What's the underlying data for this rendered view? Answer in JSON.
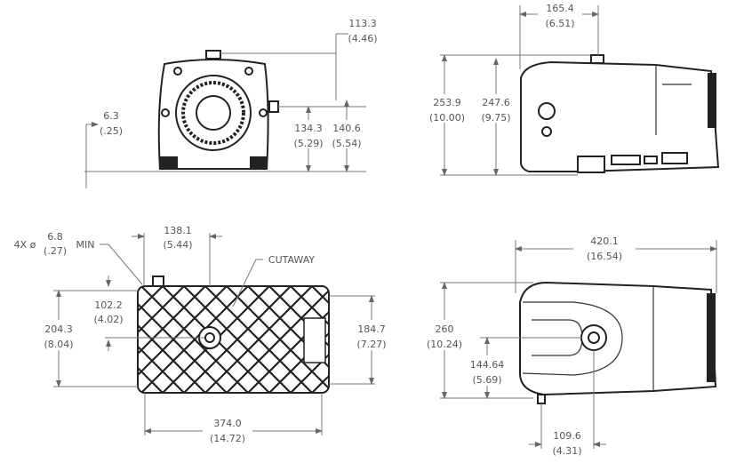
{
  "views": {
    "front": {
      "dims": {
        "foot_offset": {
          "mm": "6.3",
          "in": "(.25)"
        },
        "outlet_offset": {
          "mm": "113.3",
          "in": "(4.46)"
        },
        "port_height": {
          "mm": "134.3",
          "in": "(5.29)"
        },
        "port_height_total": {
          "mm": "140.6",
          "in": "(5.54)"
        }
      }
    },
    "side": {
      "dims": {
        "outlet_from_front": {
          "mm": "165.4",
          "in": "(6.51)"
        },
        "overall_height": {
          "mm": "253.9",
          "in": "(10.00)"
        },
        "body_height": {
          "mm": "247.6",
          "in": "(9.75)"
        }
      }
    },
    "bottom": {
      "hole_note": {
        "qty": "4X ø",
        "mm": "6.8",
        "in": "(.27)",
        "suffix": "MIN"
      },
      "cutaway_label": "CUTAWAY",
      "dims": {
        "hole_spacing_x": {
          "mm": "138.1",
          "in": "(5.44)"
        },
        "hole_offset_y": {
          "mm": "102.2",
          "in": "(4.02)"
        },
        "overall_width": {
          "mm": "204.3",
          "in": "(8.04)"
        },
        "hole_spacing_y": {
          "mm": "184.7",
          "in": "(7.27)"
        },
        "hole_spacing_length": {
          "mm": "374.0",
          "in": "(14.72)"
        }
      }
    },
    "top": {
      "dims": {
        "overall_length": {
          "mm": "420.1",
          "in": "(16.54)"
        },
        "overall_width": {
          "mm": "260",
          "in": "(10.24)"
        },
        "inlet_offset_y": {
          "mm": "144.64",
          "in": "(5.69)"
        },
        "inlet_offset_x": {
          "mm": "109.6",
          "in": "(4.31)"
        }
      }
    }
  }
}
